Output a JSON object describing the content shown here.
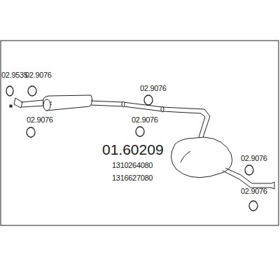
{
  "diagram": {
    "labels": [
      "02.9535",
      "02.9076",
      "02.9076",
      "02.9076",
      "02.9076",
      "01.60209",
      "1310264080",
      "1316627080",
      "02.9076",
      "02.9076"
    ]
  }
}
